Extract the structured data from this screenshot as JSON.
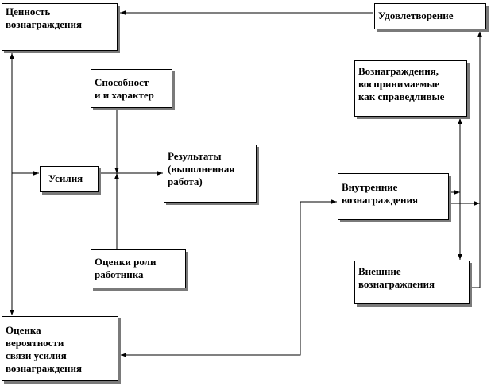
{
  "nodes": {
    "value": {
      "lines": [
        "Ценность",
        "вознаграждения"
      ]
    },
    "satisfaction": {
      "lines": [
        "Удовлетворение"
      ]
    },
    "ability": {
      "lines": [
        "Способност",
        "и и характер"
      ]
    },
    "effort": {
      "lines": [
        "Усилия"
      ]
    },
    "results": {
      "lines": [
        "Результаты",
        "(выполненная",
        "работа)"
      ]
    },
    "fair_rewards": {
      "lines": [
        "Вознаграждения,",
        "воспринимаемые",
        "как справедливые"
      ]
    },
    "internal_rewards": {
      "lines": [
        "Внутренние",
        "вознаграждения"
      ]
    },
    "role_perception": {
      "lines": [
        "Оценки роли",
        "работника"
      ]
    },
    "external_rewards": {
      "lines": [
        "Внешние",
        "вознаграждения"
      ]
    },
    "probability": {
      "lines": [
        "Оценка",
        "вероятности",
        "связи усилия",
        "вознаграждения"
      ]
    }
  },
  "colors": {
    "line": "#000000",
    "shadow": "#7a7a7a",
    "background": "#ffffff"
  }
}
